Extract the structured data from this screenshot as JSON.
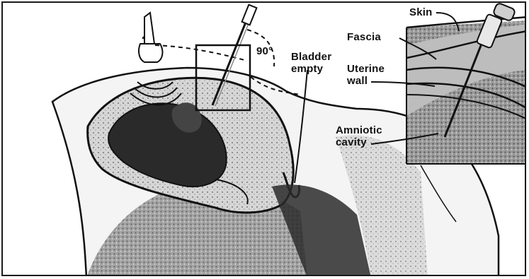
{
  "labels": {
    "angle": "90°",
    "bladder": "Bladder\nempty",
    "skin": "Skin",
    "fascia": "Fascia",
    "uterine_wall": "Uterine\nwall",
    "amniotic_cavity": "Amniotic\ncavity"
  },
  "colors": {
    "ink": "#111111",
    "shade": "#8a8a8a",
    "tissue": "#6f6f6f",
    "background": "#ffffff"
  }
}
